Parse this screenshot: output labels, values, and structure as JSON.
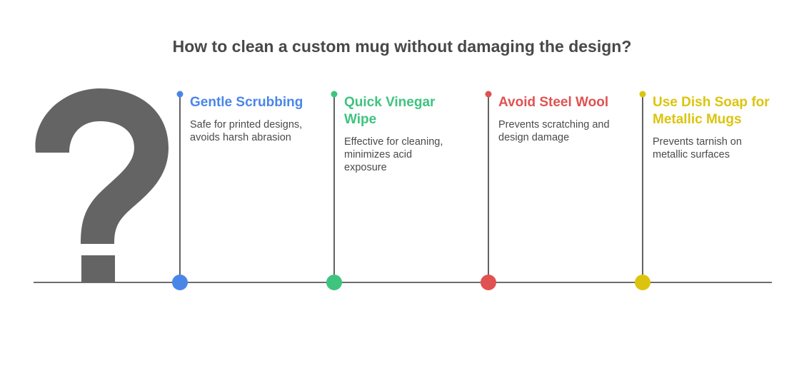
{
  "title": "How to clean a custom mug without damaging the design?",
  "icon": "question-mark-icon",
  "colors": {
    "line": "#3b3b3b",
    "icon": "#646464",
    "title": "#484848"
  },
  "items": [
    {
      "title": "Gentle Scrubbing",
      "desc": "Safe for printed designs, avoids harsh abrasion",
      "color": "#4a86e8"
    },
    {
      "title": "Quick Vinegar Wipe",
      "desc": "Effective for cleaning, minimizes acid exposure",
      "color": "#3ec47f"
    },
    {
      "title": "Avoid Steel Wool",
      "desc": "Prevents scratching and design damage",
      "color": "#e05252"
    },
    {
      "title": "Use Dish Soap for Metallic Mugs",
      "desc": "Prevents tarnish on metallic surfaces",
      "color": "#dcc40e"
    }
  ]
}
